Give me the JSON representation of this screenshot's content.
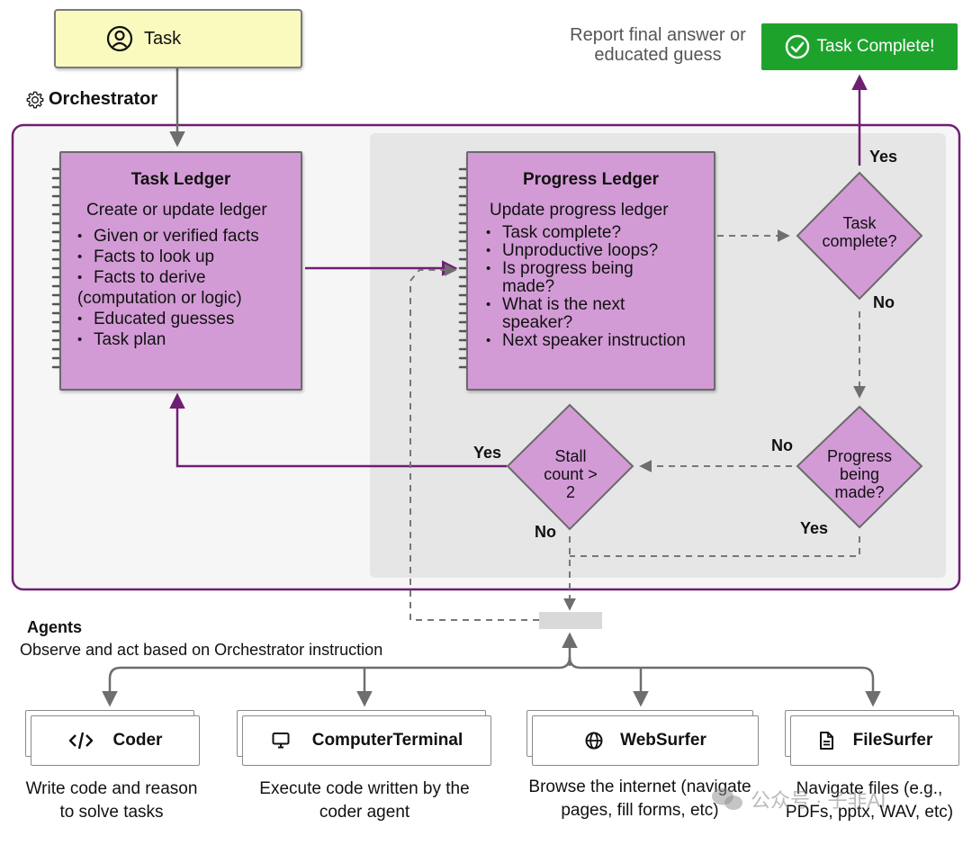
{
  "task": {
    "label": "Task"
  },
  "report": {
    "line1": "Report final answer or",
    "line2": "educated guess"
  },
  "task_complete": {
    "label": "Task Complete!"
  },
  "orchestrator": {
    "title": "Orchestrator"
  },
  "task_ledger": {
    "title": "Task Ledger",
    "subtitle": "Create or update ledger",
    "items": [
      "Given or verified facts",
      "Facts to look up",
      "Facts to derive",
      "Educated guesses",
      "Task plan"
    ],
    "item_continuation": "(computation or logic)"
  },
  "progress_ledger": {
    "title": "Progress Ledger",
    "subtitle": "Update progress ledger",
    "items": [
      "Task complete?",
      "Unproductive loops?",
      "Is progress being",
      "What is the next",
      "Next speaker instruction"
    ],
    "continuations": [
      "made?",
      "speaker?"
    ]
  },
  "decisions": {
    "task_complete": {
      "line1": "Task",
      "line2": "complete?"
    },
    "progress": {
      "line1": "Progress",
      "line2": "being",
      "line3": "made?"
    },
    "stall": {
      "line1": "Stall",
      "line2": "count >",
      "line3": "2"
    }
  },
  "labels": {
    "yes": "Yes",
    "no": "No"
  },
  "agents": {
    "title": "Agents",
    "subtitle": "Observe and act based on Orchestrator instruction",
    "cards": [
      {
        "name": "Coder",
        "icon": "code-icon",
        "desc1": "Write code and reason",
        "desc2": "to solve tasks"
      },
      {
        "name": "ComputerTerminal",
        "icon": "monitor-icon",
        "desc1": "Execute code written by the",
        "desc2": "coder agent"
      },
      {
        "name": "WebSurfer",
        "icon": "globe-icon",
        "desc1": "Browse the internet (navigate",
        "desc2": "pages, fill forms, etc)"
      },
      {
        "name": "FileSurfer",
        "icon": "file-icon",
        "desc1": "Navigate files (e.g.,",
        "desc2": "PDFs, pptx, WAV, etc)"
      }
    ]
  },
  "watermark": {
    "text": "公众号 · 子非AI"
  },
  "colors": {
    "arrow_purple": "#6e1f73",
    "ledger_fill": "#d39bd6",
    "task_fill": "#fafabe",
    "complete_green": "#1da32c",
    "inner_panel": "#e6e6e6"
  }
}
